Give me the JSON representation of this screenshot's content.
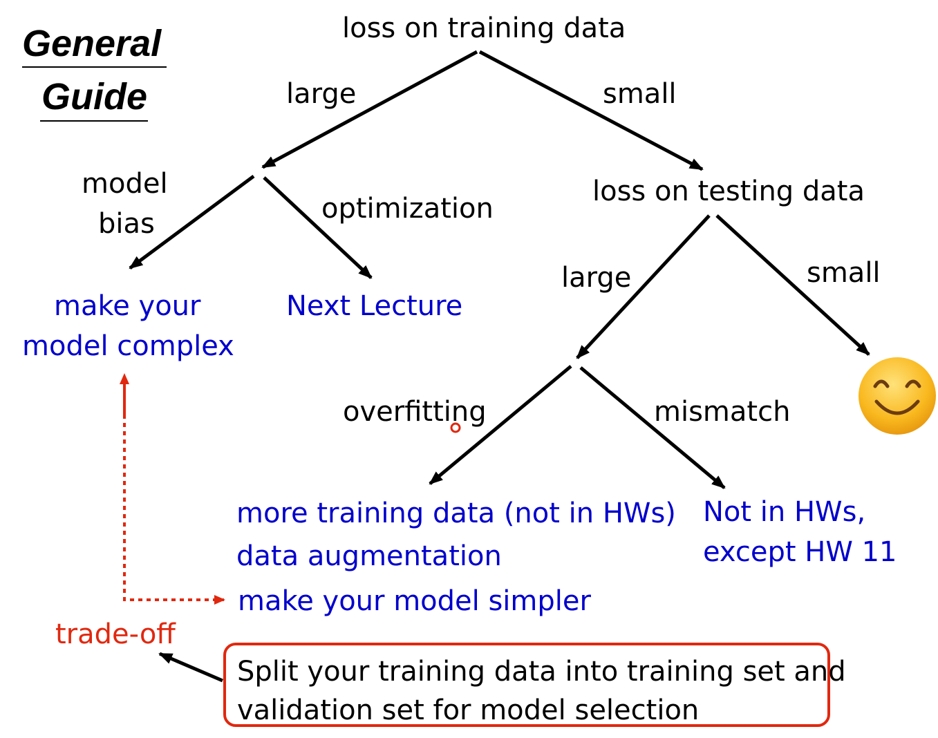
{
  "title": {
    "line1": "General",
    "line2": "Guide"
  },
  "nodes": {
    "root": "loss on training data",
    "testing": "loss on testing data",
    "make_complex_1": "make your",
    "make_complex_2": "model complex",
    "next_lecture": "Next Lecture",
    "overfit_remedy_1": "more training data (not in HWs)",
    "overfit_remedy_2": "data augmentation",
    "overfit_remedy_3": "make your model simpler",
    "mismatch_remedy_1": "Not in HWs,",
    "mismatch_remedy_2": "except HW 11",
    "tradeoff": "trade-off"
  },
  "edges": {
    "train_large": "large",
    "train_small": "small",
    "model_bias_1": "model",
    "model_bias_2": "bias",
    "optimization": "optimization",
    "test_large": "large",
    "test_small": "small",
    "overfitting": "overfitting",
    "mismatch": "mismatch"
  },
  "callout": {
    "line1": "Split your training data into training set and",
    "line2": "validation set for model selection"
  },
  "icons": {
    "result_icon": "smiley-face-icon"
  },
  "colors": {
    "text": "#000000",
    "remedy": "#0000cc",
    "tradeoff": "#e0280f",
    "smiley": "#f9b81e"
  }
}
